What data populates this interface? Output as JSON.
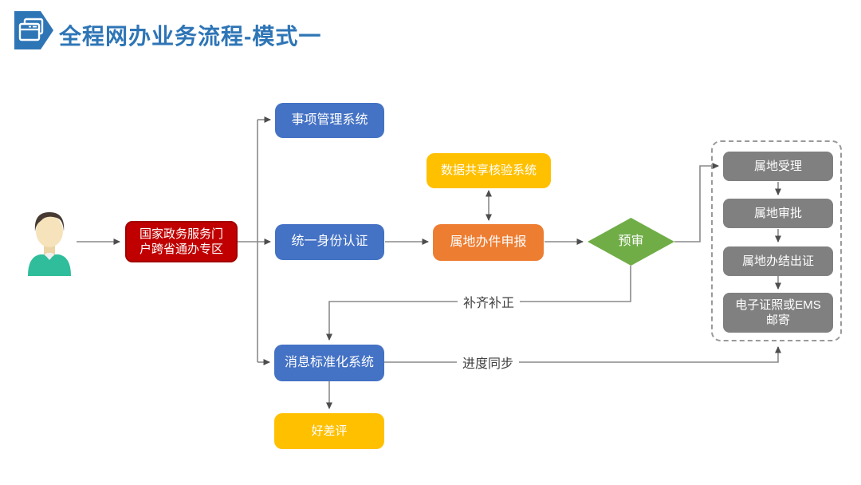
{
  "header": {
    "title": "全程网办业务流程-模式一",
    "icon": "window-stack-arrow-icon"
  },
  "actor": {
    "icon": "applicant-person-avatar"
  },
  "nodes": {
    "portal": "国家政务服务门\n户跨省通办专区",
    "item_system": "事项管理系统",
    "auth": "统一身份认证",
    "data_check": "数据共享核验系统",
    "local_apply": "属地办件申报",
    "pre_review": "预审",
    "message_system": "消息标准化系统",
    "rating": "好差评",
    "local_steps": [
      {
        "label": "属地受理"
      },
      {
        "label": "属地审批"
      },
      {
        "label": "属地办结出证"
      },
      {
        "label": "电子证照或EMS\n邮寄"
      }
    ]
  },
  "edge_labels": {
    "supplement": "补齐补正",
    "progress": "进度同步"
  },
  "colors": {
    "title_blue": "#2E75B6",
    "node_blue": "#4472C4",
    "node_red": "#C00000",
    "node_yellow": "#FFC000",
    "node_orange": "#ED7D31",
    "node_green": "#70AD47",
    "node_gray": "#808080",
    "connector_gray": "#8A8A8A"
  }
}
